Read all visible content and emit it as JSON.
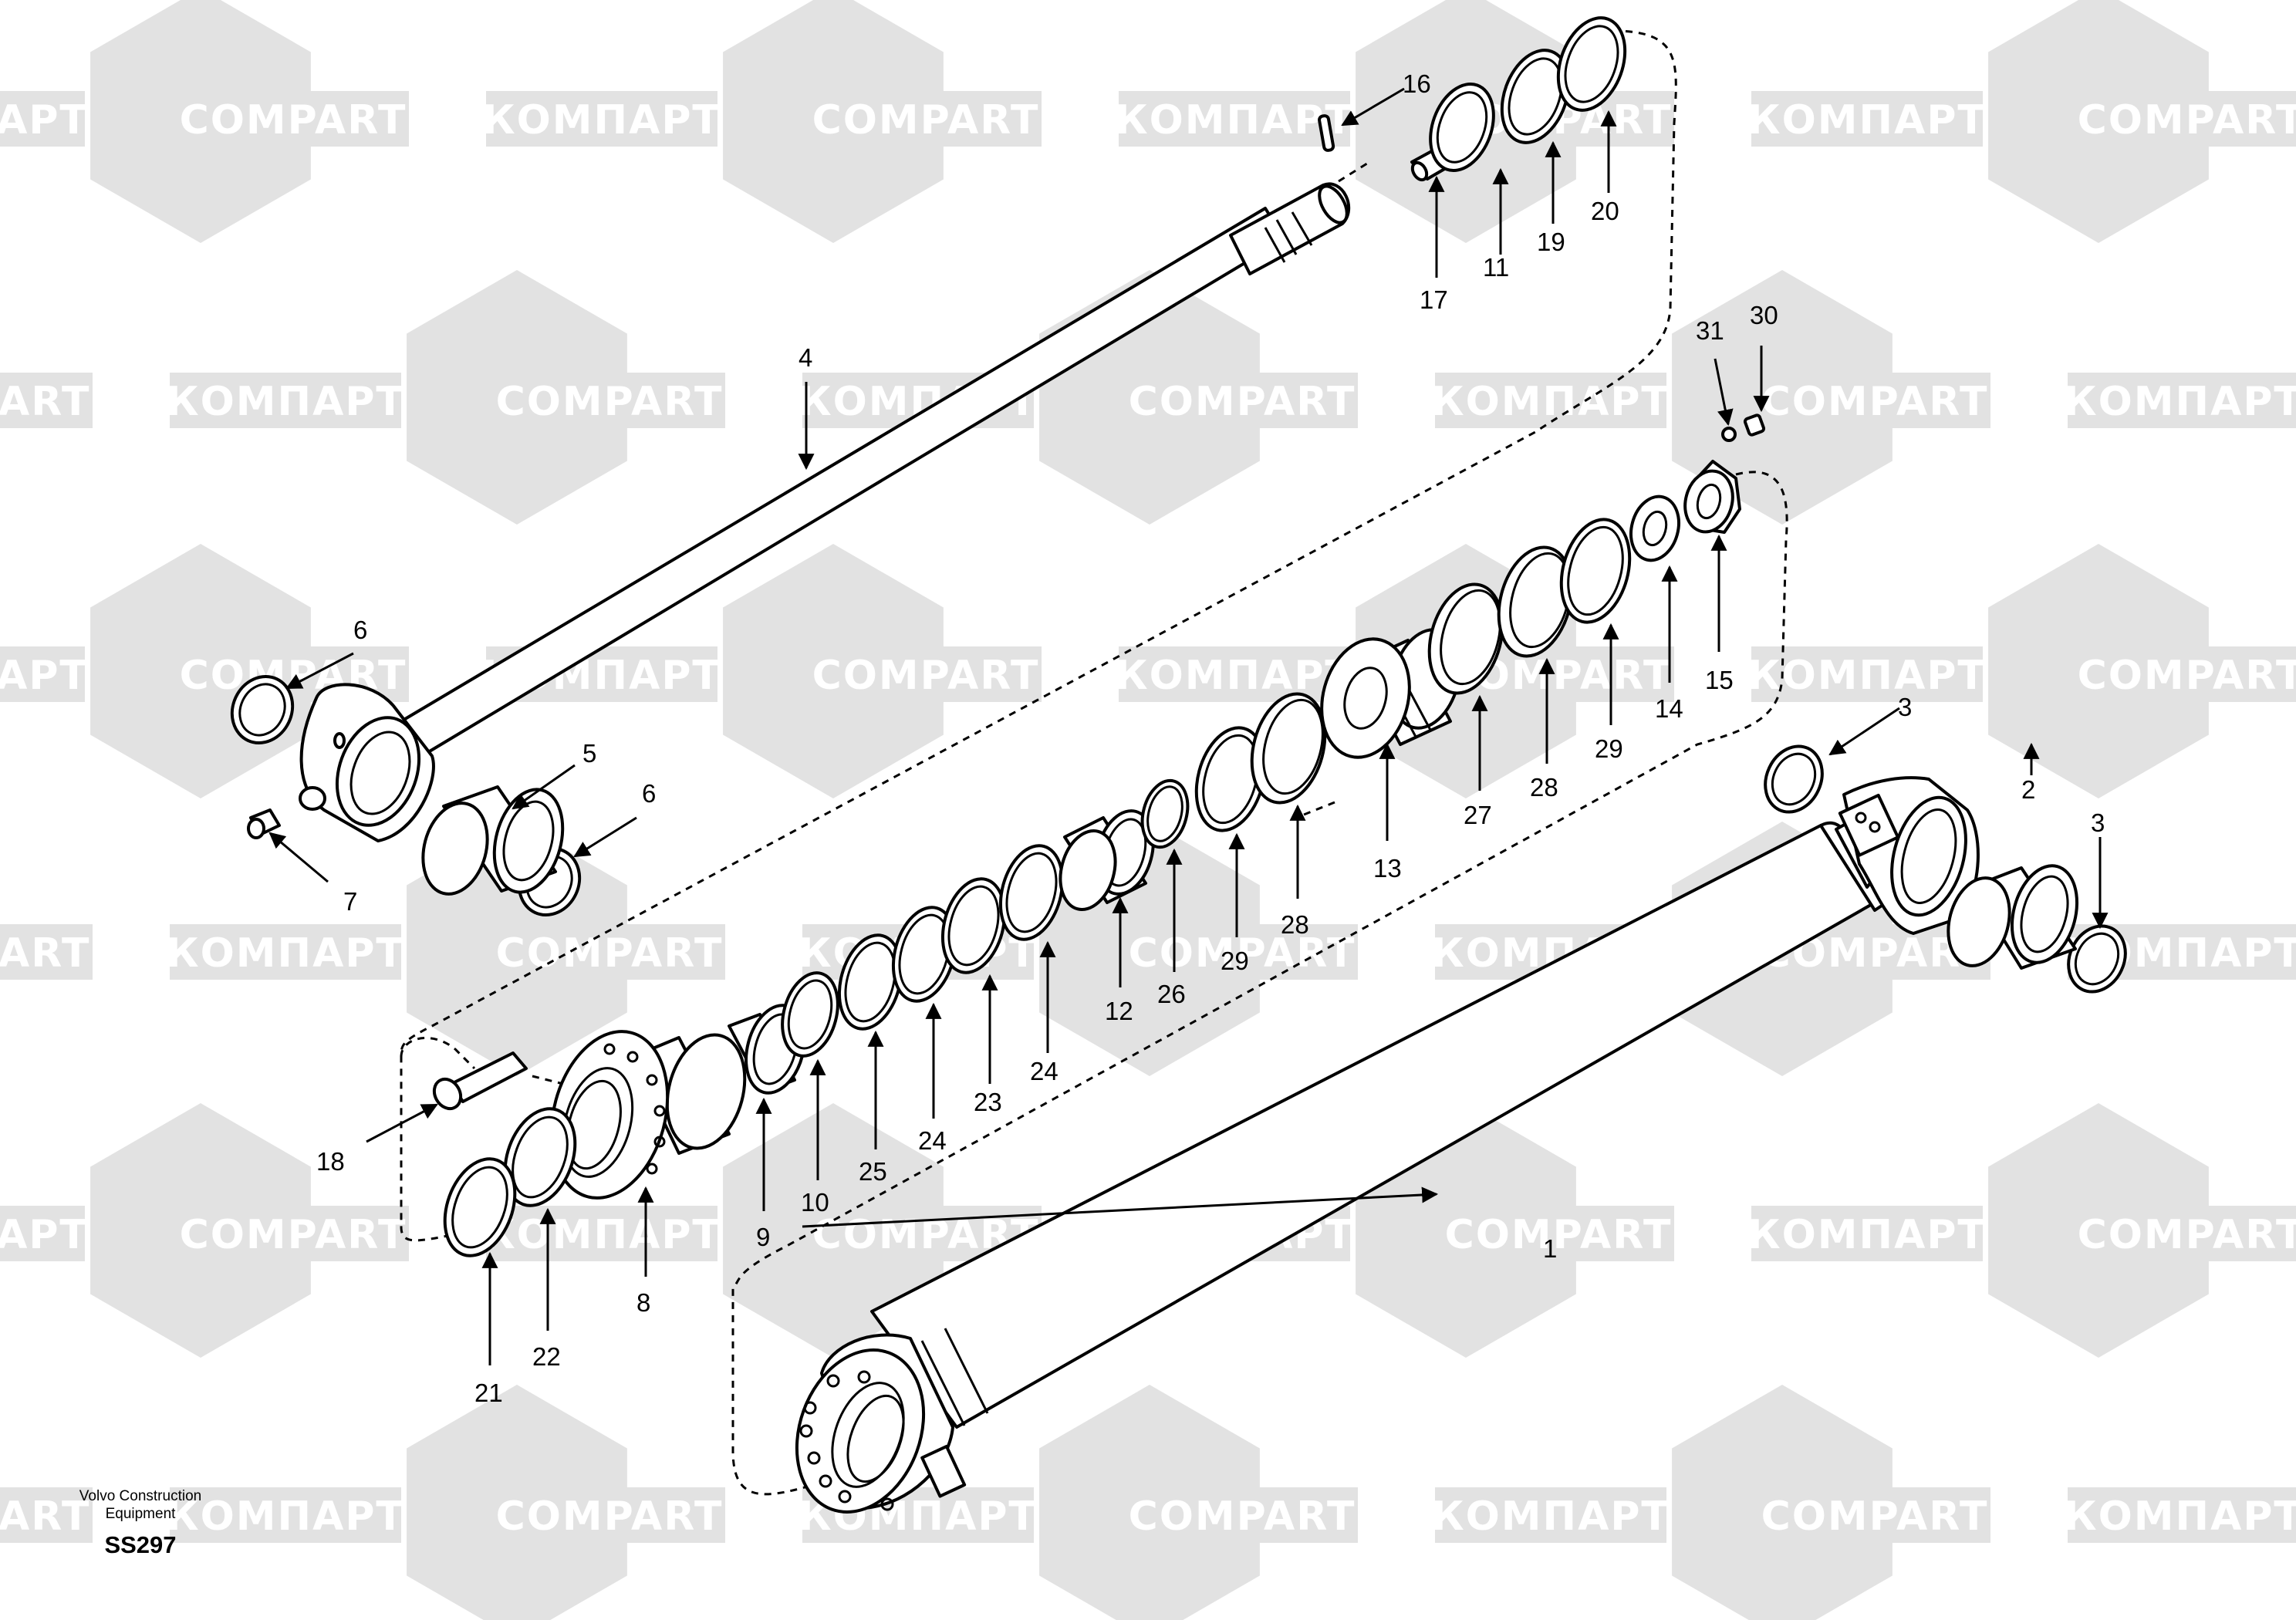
{
  "watermark": {
    "latin": "COMPART",
    "cyrillic": "КОМПАРТ"
  },
  "footer": {
    "publisher_line1": "Volvo Construction",
    "publisher_line2": "Equipment",
    "drawing_code": "SS297"
  },
  "callouts": {
    "c1": "1",
    "c2": "2",
    "c3a": "3",
    "c3b": "3",
    "c4": "4",
    "c5": "5",
    "c6a": "6",
    "c6b": "6",
    "c7": "7",
    "c8": "8",
    "c9": "9",
    "c10": "10",
    "c11": "11",
    "c12": "12",
    "c13": "13",
    "c14": "14",
    "c15": "15",
    "c16": "16",
    "c17": "17",
    "c18": "18",
    "c19": "19",
    "c20": "20",
    "c21": "21",
    "c22": "22",
    "c23": "23",
    "c24a": "24",
    "c24b": "24",
    "c25": "25",
    "c26": "26",
    "c27": "27",
    "c28a": "28",
    "c28b": "28",
    "c29a": "29",
    "c29b": "29",
    "c30": "30",
    "c31": "31"
  }
}
